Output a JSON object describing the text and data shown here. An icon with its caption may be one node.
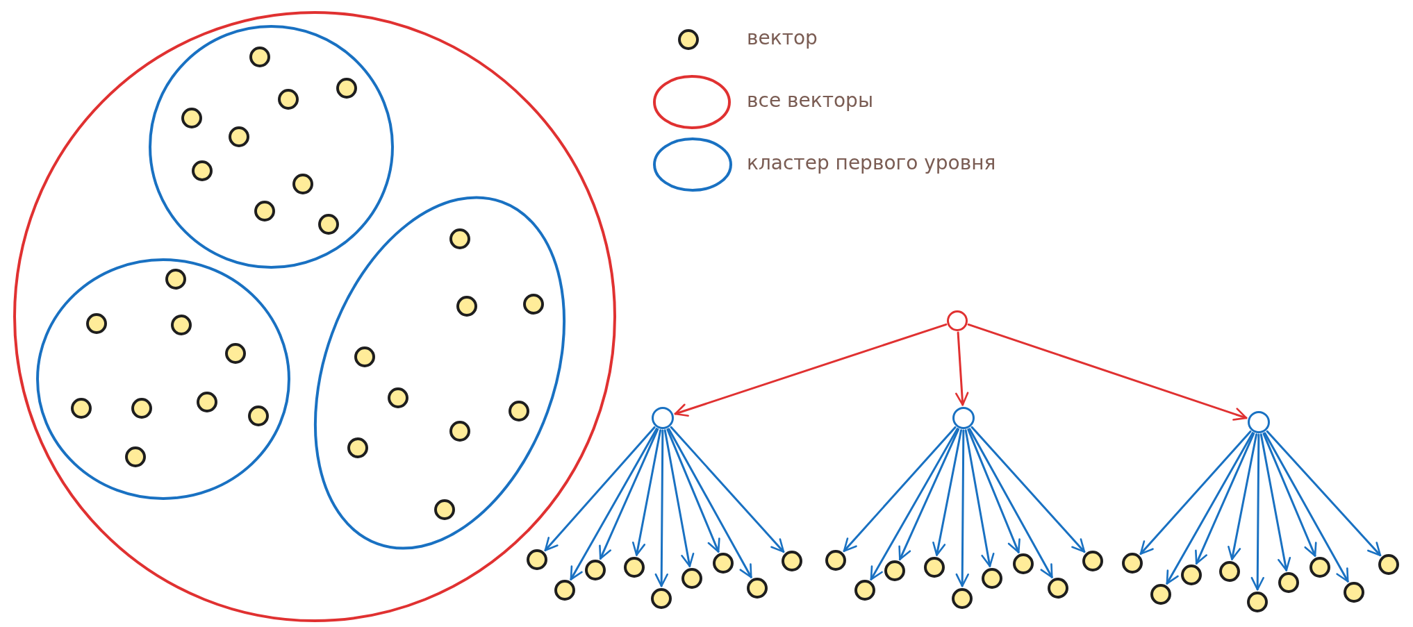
{
  "diagram": {
    "nodes": [
      {
        "text": [],
        "shape": "circle"
      },
      {
        "text": [],
        "shape": "circle",
        "in": 0
      },
      {
        "text": [],
        "shape": "circle",
        "in": 1
      },
      {
        "text": [],
        "shape": "circle",
        "in": 1
      },
      {
        "text": [],
        "shape": "circle",
        "in": 1
      },
      {
        "text": [],
        "shape": "circle",
        "in": 1
      },
      {
        "text": [],
        "shape": "circle",
        "in": 1
      },
      {
        "text": [],
        "shape": "circle",
        "in": 1
      },
      {
        "text": [],
        "shape": "circle",
        "in": 1
      },
      {
        "text": [],
        "shape": "circle",
        "in": 1
      },
      {
        "text": [],
        "shape": "circle",
        "in": 1
      },
      {
        "text": [],
        "shape": "circle",
        "in": 0
      },
      {
        "text": [],
        "shape": "circle",
        "in": 11
      },
      {
        "text": [],
        "shape": "circle",
        "in": 11
      },
      {
        "text": [],
        "shape": "circle",
        "in": 11
      },
      {
        "text": [],
        "shape": "circle",
        "in": 11
      },
      {
        "text": [],
        "shape": "circle",
        "in": 11
      },
      {
        "text": [],
        "shape": "circle",
        "in": 11
      },
      {
        "text": [],
        "shape": "circle",
        "in": 11
      },
      {
        "text": [],
        "shape": "circle",
        "in": 11
      },
      {
        "text": [],
        "shape": "circle",
        "in": 11
      },
      {
        "text": [],
        "shape": "circle",
        "in": 0
      },
      {
        "text": [],
        "shape": "circle",
        "in": 21
      },
      {
        "text": [],
        "shape": "circle",
        "in": 21
      },
      {
        "text": [],
        "shape": "circle",
        "in": 21
      },
      {
        "text": [],
        "shape": "circle",
        "in": 21
      },
      {
        "text": [],
        "shape": "circle",
        "in": 21
      },
      {
        "text": [],
        "shape": "circle",
        "in": 21
      },
      {
        "text": [],
        "shape": "circle",
        "in": 21
      },
      {
        "text": [],
        "shape": "circle",
        "in": 21
      },
      {
        "text": [],
        "shape": "circle",
        "in": 21
      },
      {
        "text": [],
        "shape": "circle"
      },
      {
        "text": [],
        "shape": "circle"
      },
      {
        "text": [],
        "shape": "circle"
      },
      {
        "text": [],
        "shape": "circle"
      },
      {
        "text": [],
        "shape": "circle"
      },
      {
        "text": [],
        "shape": "circle"
      },
      {
        "text": [],
        "shape": "circle"
      },
      {
        "text": [],
        "shape": "circle"
      },
      {
        "text": [],
        "shape": "circle"
      },
      {
        "text": [],
        "shape": "circle"
      },
      {
        "text": [],
        "shape": "circle"
      },
      {
        "text": [],
        "shape": "circle"
      },
      {
        "text": [],
        "shape": "circle"
      },
      {
        "text": [],
        "shape": "circle"
      },
      {
        "text": [],
        "shape": "circle"
      },
      {
        "text": [],
        "shape": "circle"
      },
      {
        "text": [],
        "shape": "circle"
      },
      {
        "text": [],
        "shape": "circle"
      },
      {
        "text": [],
        "shape": "circle"
      },
      {
        "text": [],
        "shape": "circle"
      },
      {
        "text": [],
        "shape": "circle"
      },
      {
        "text": [],
        "shape": "circle"
      },
      {
        "text": [],
        "shape": "circle"
      },
      {
        "text": [],
        "shape": "circle"
      },
      {
        "text": [],
        "shape": "circle"
      },
      {
        "text": [],
        "shape": "circle"
      },
      {
        "text": [],
        "shape": "circle"
      },
      {
        "text": [],
        "shape": "circle"
      },
      {
        "text": [],
        "shape": "circle"
      },
      {
        "text": [],
        "shape": "circle"
      },
      {
        "text": [],
        "shape": "circle"
      }
    ],
    "edges": [
      {
        "from": 31,
        "to": 32,
        "arrow": "to",
        "color": "#e03131"
      },
      {
        "from": 31,
        "to": 33,
        "arrow": "to",
        "color": "#e03131"
      },
      {
        "from": 31,
        "to": 34,
        "arrow": "to",
        "color": "#e03131"
      },
      {
        "from": 32,
        "to": 35,
        "arrow": "to"
      },
      {
        "from": 32,
        "to": 36,
        "arrow": "to"
      },
      {
        "from": 32,
        "to": 37,
        "arrow": "to"
      },
      {
        "from": 32,
        "to": 38,
        "arrow": "to"
      },
      {
        "from": 32,
        "to": 39,
        "arrow": "to"
      },
      {
        "from": 32,
        "to": 40,
        "arrow": "to"
      },
      {
        "from": 32,
        "to": 41,
        "arrow": "to"
      },
      {
        "from": 32,
        "to": 42,
        "arrow": "to"
      },
      {
        "from": 32,
        "to": 43,
        "arrow": "to"
      },
      {
        "from": 33,
        "to": 44,
        "arrow": "to"
      },
      {
        "from": 33,
        "to": 45,
        "arrow": "to"
      },
      {
        "from": 33,
        "to": 46,
        "arrow": "to"
      },
      {
        "from": 33,
        "to": 47,
        "arrow": "to"
      },
      {
        "from": 33,
        "to": 48,
        "arrow": "to"
      },
      {
        "from": 33,
        "to": 49,
        "arrow": "to"
      },
      {
        "from": 33,
        "to": 50,
        "arrow": "to"
      },
      {
        "from": 33,
        "to": 51,
        "arrow": "to"
      },
      {
        "from": 33,
        "to": 52,
        "arrow": "to"
      },
      {
        "from": 34,
        "to": 53,
        "arrow": "to"
      },
      {
        "from": 34,
        "to": 54,
        "arrow": "to"
      },
      {
        "from": 34,
        "to": 55,
        "arrow": "to"
      },
      {
        "from": 34,
        "to": 56,
        "arrow": "to"
      },
      {
        "from": 34,
        "to": 57,
        "arrow": "to"
      },
      {
        "from": 34,
        "to": 58,
        "arrow": "to"
      },
      {
        "from": 34,
        "to": 59,
        "arrow": "to"
      },
      {
        "from": 34,
        "to": 60,
        "arrow": "to"
      },
      {
        "from": 34,
        "to": 61,
        "arrow": "to"
      }
    ],
    "legend": [
      {
        "text": "вектор"
      },
      {
        "text": "все векторы"
      },
      {
        "text": "кластер первого уровня"
      }
    ]
  }
}
